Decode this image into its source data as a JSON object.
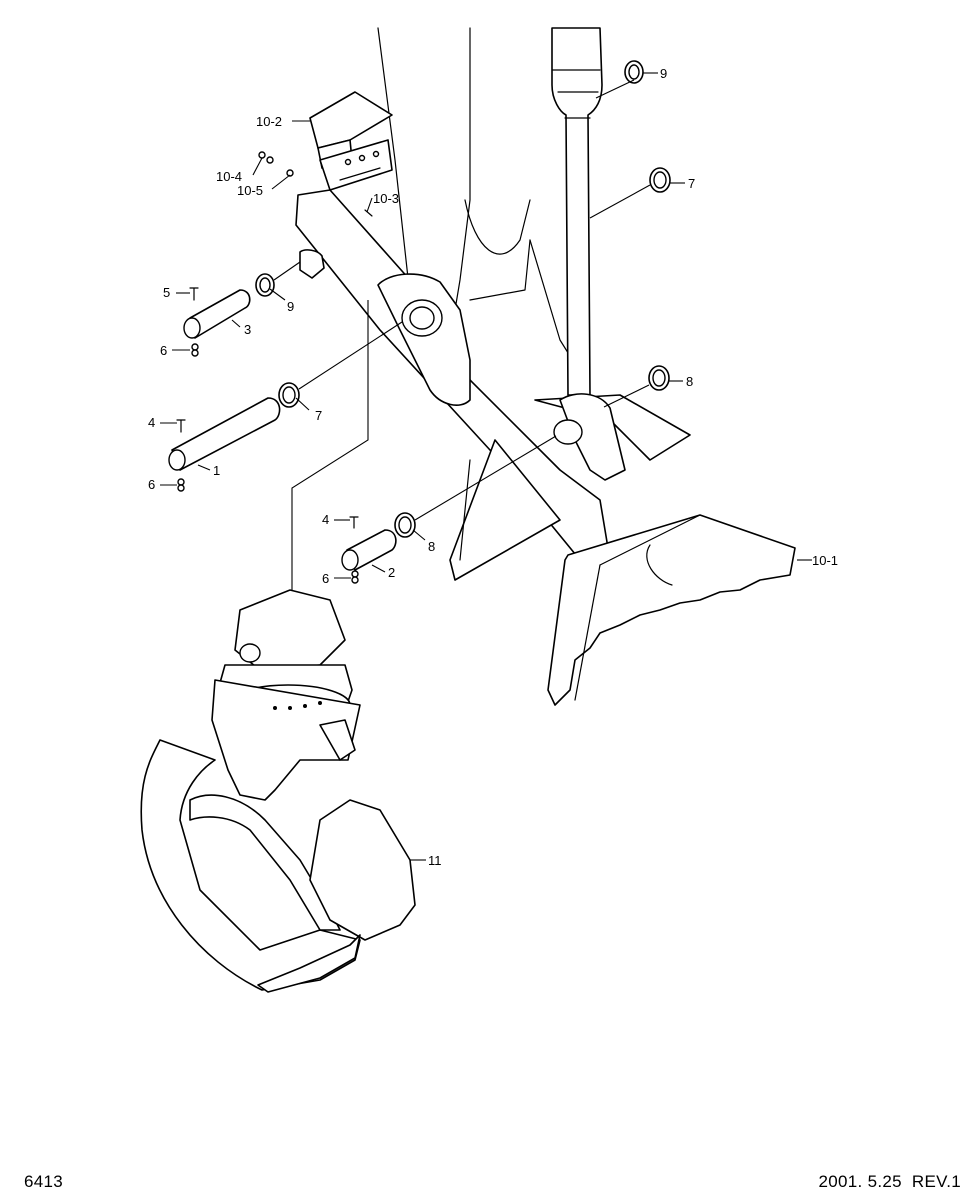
{
  "diagram": {
    "callouts": {
      "c1": "1",
      "c2": "2",
      "c3": "3",
      "c4a": "4",
      "c4b": "4",
      "c5": "5",
      "c6a": "6",
      "c6b": "6",
      "c6c": "6",
      "c7a": "7",
      "c7b": "7",
      "c8a": "8",
      "c8b": "8",
      "c9a": "9",
      "c9b": "9",
      "c10_1": "10-1",
      "c10_2": "10-2",
      "c10_3": "10-3",
      "c10_4": "10-4",
      "c10_5": "10-5",
      "c11": "11"
    }
  },
  "footer": {
    "page_number": "6413",
    "date": "2001. 5.25",
    "revision": "REV.1"
  }
}
